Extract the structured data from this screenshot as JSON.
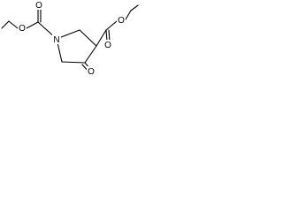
{
  "structure": {
    "atoms": {
      "ring_nitrogen": "N",
      "ketone_oxygen": "O",
      "ester_carbonyl_oxygen_left": "O",
      "ester_single_oxygen_left": "O",
      "ester_carbonyl_oxygen_right": "O",
      "ester_single_oxygen_right": "O"
    }
  }
}
